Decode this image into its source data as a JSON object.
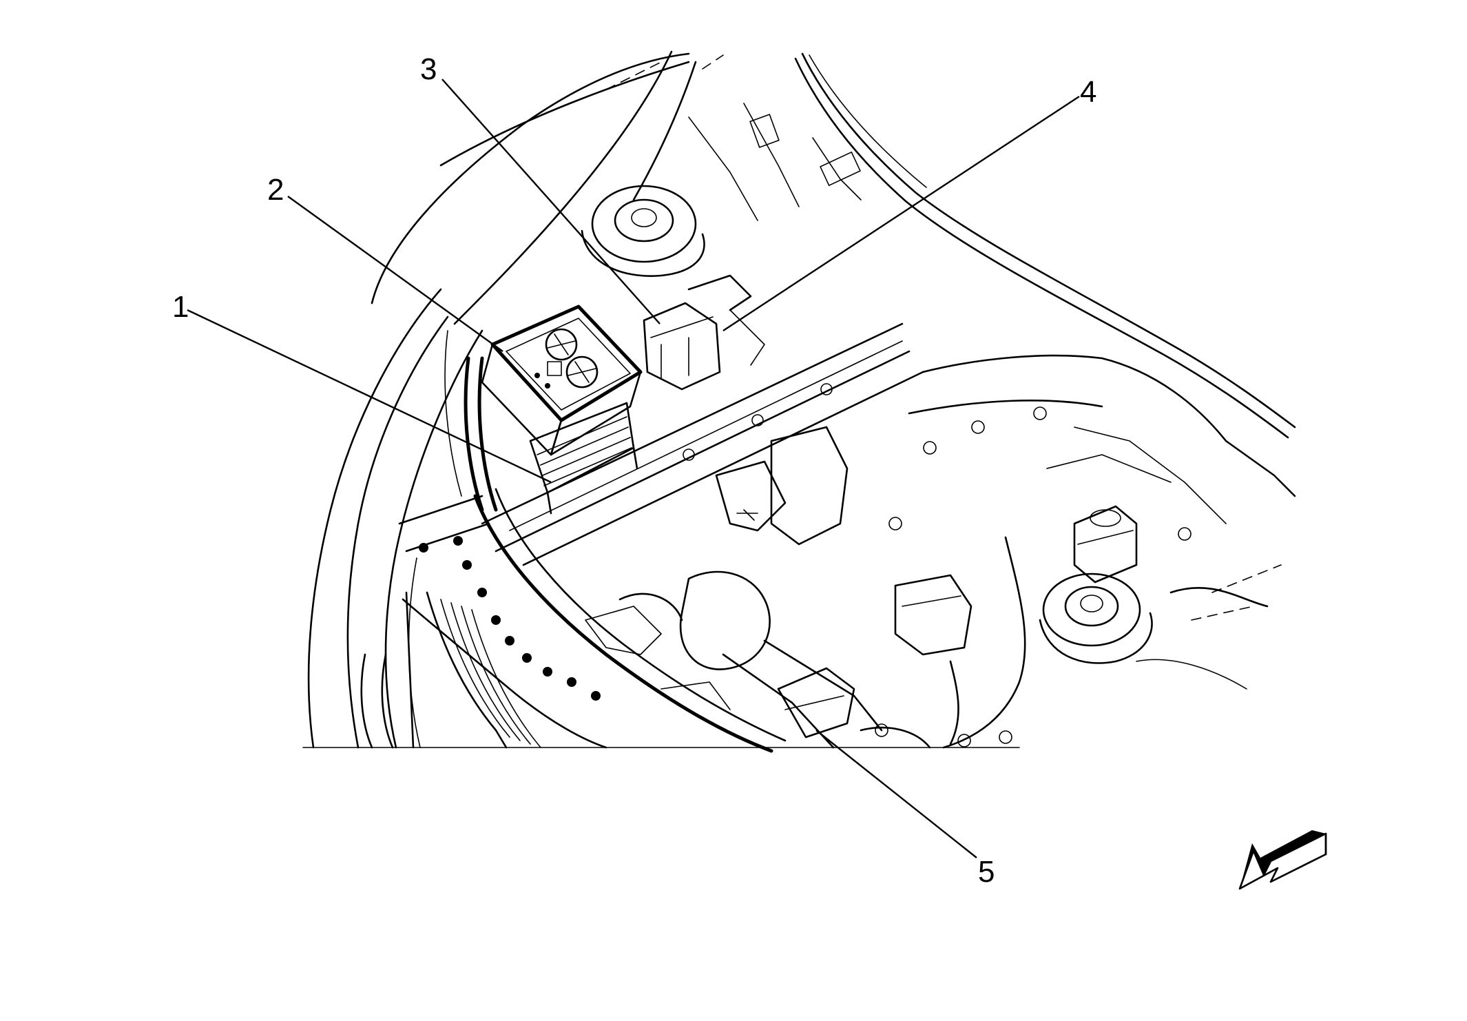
{
  "callouts": [
    {
      "id": "1",
      "label": "1"
    },
    {
      "id": "2",
      "label": "2"
    },
    {
      "id": "3",
      "label": "3"
    },
    {
      "id": "4",
      "label": "4"
    },
    {
      "id": "5",
      "label": "5"
    }
  ],
  "colors": {
    "line": "#000000",
    "background": "#ffffff"
  },
  "icons": {
    "direction_arrow": "front-direction-arrow-icon"
  }
}
